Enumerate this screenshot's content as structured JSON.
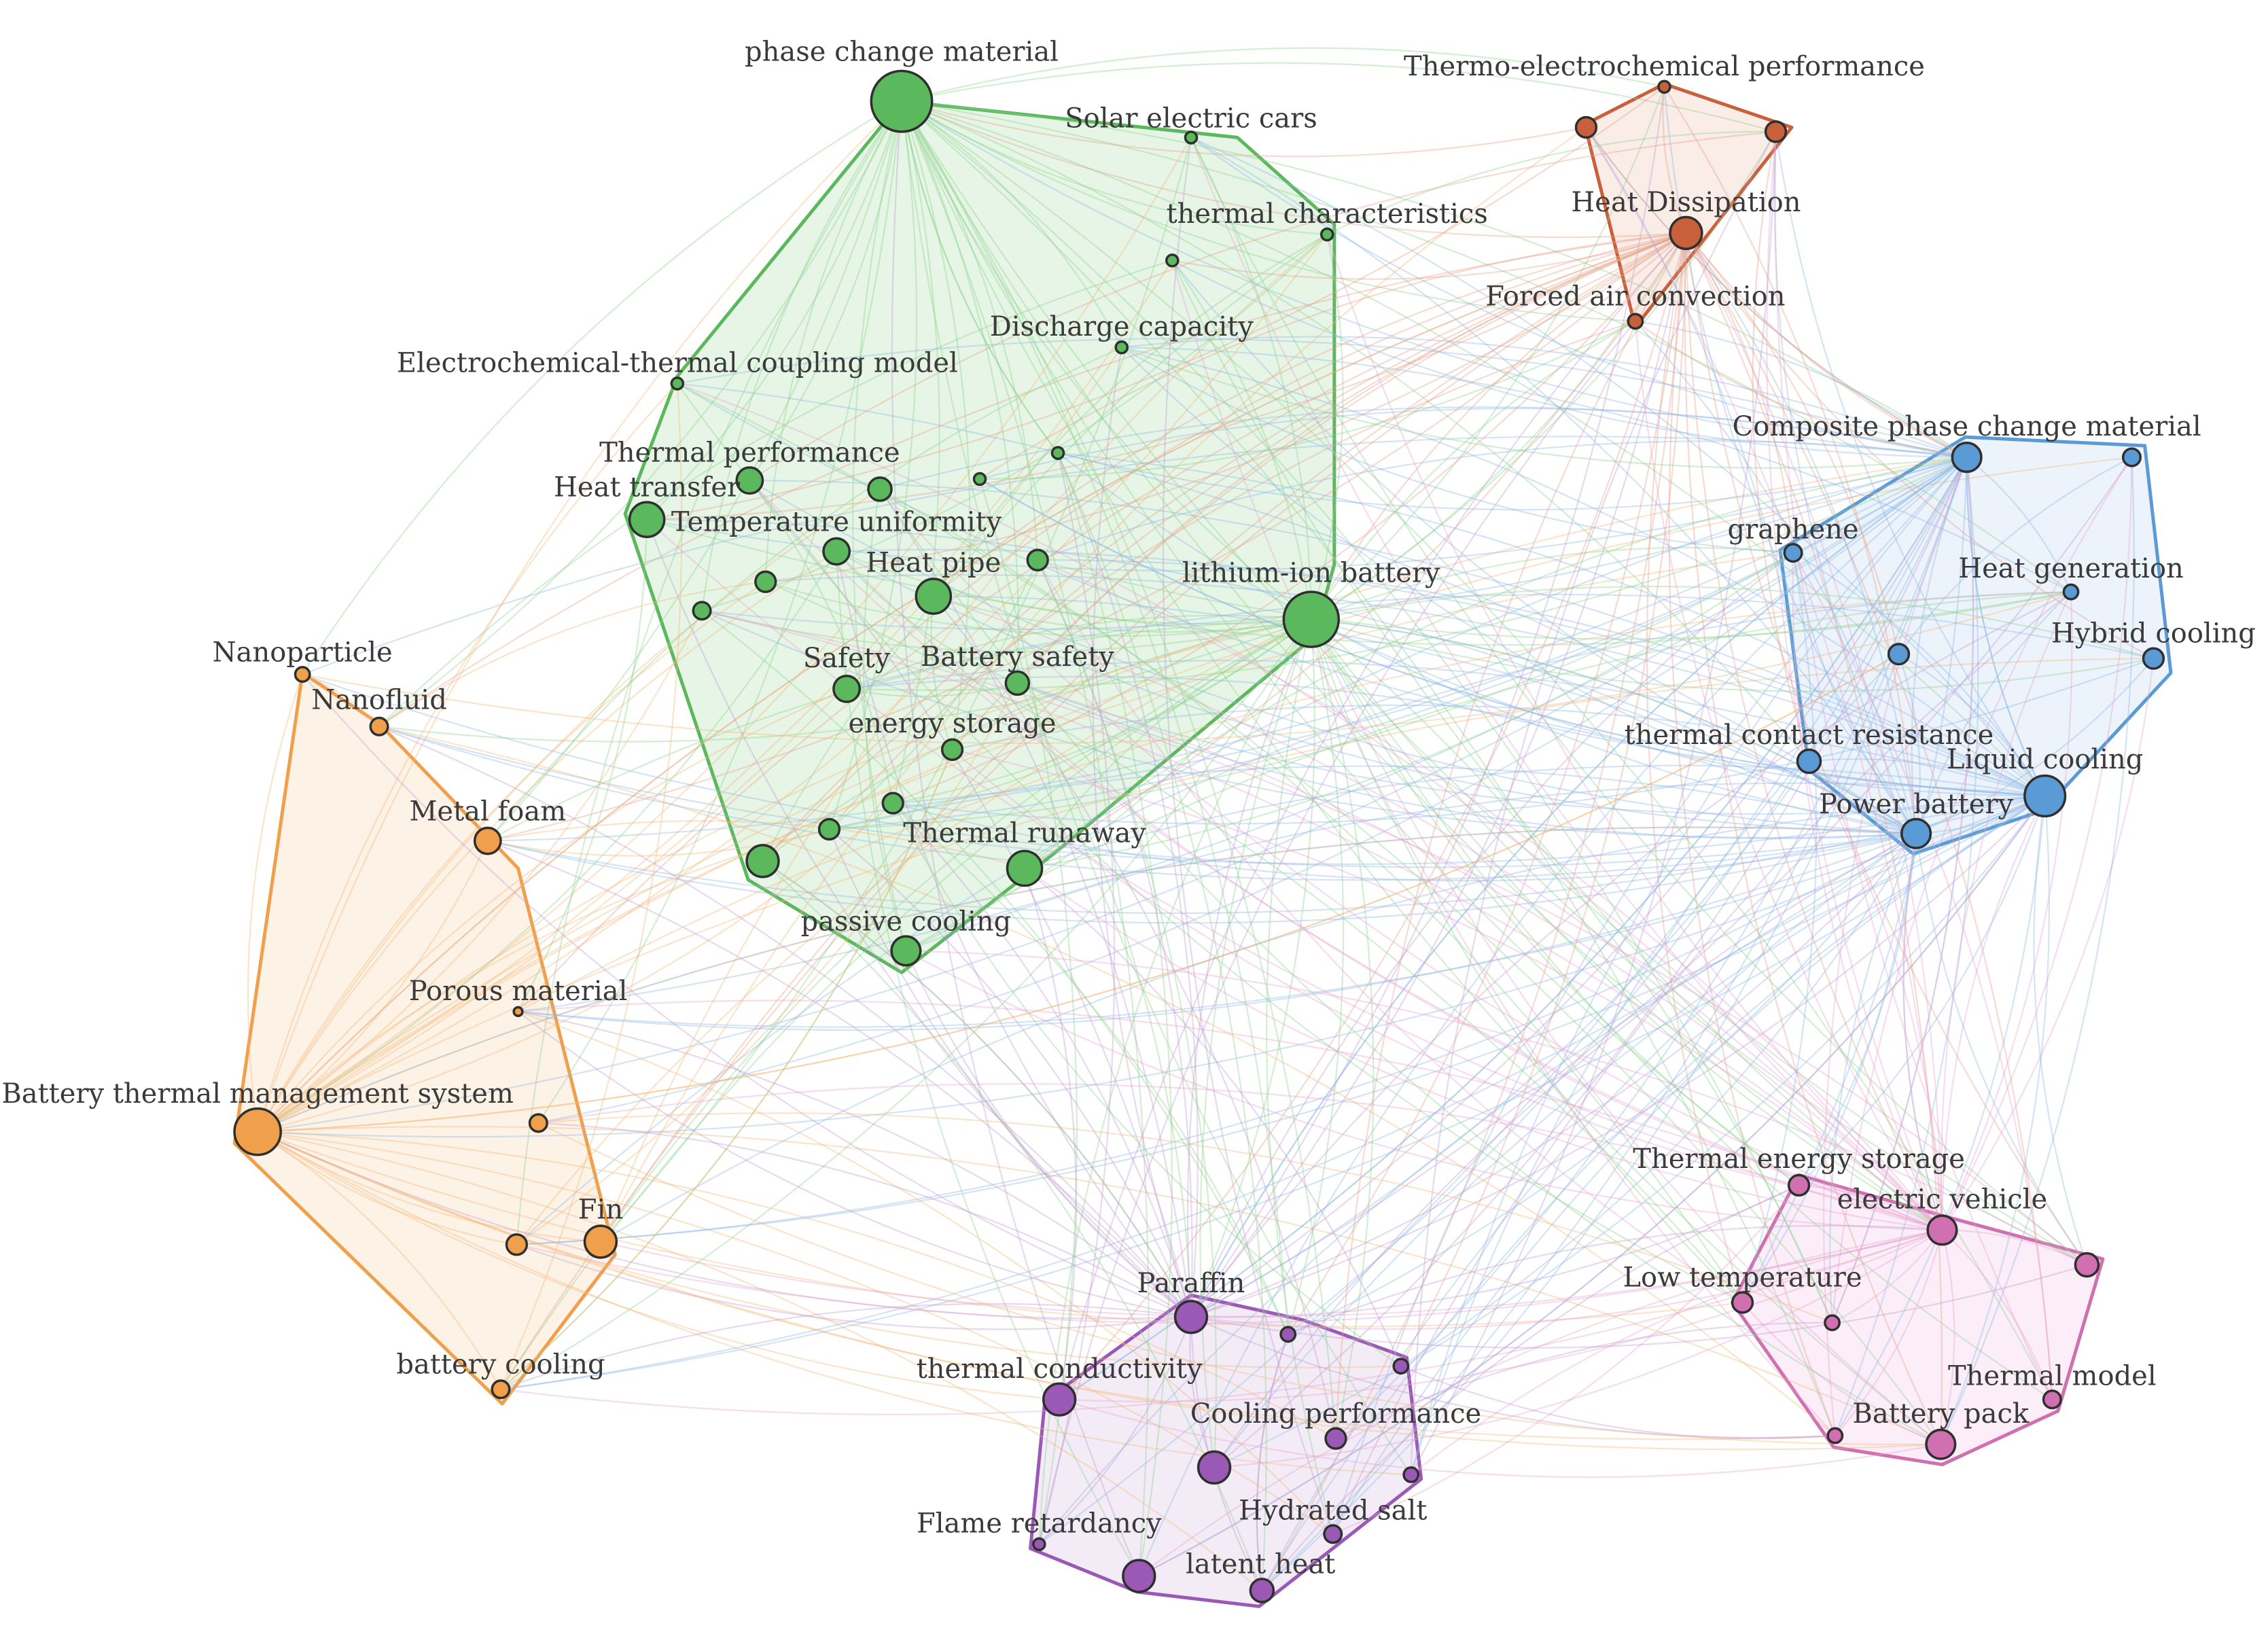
{
  "clusters": [
    {
      "id": "green",
      "color": "#5cb85c",
      "fill": "#8fd18f",
      "edge": "#8fd18f"
    },
    {
      "id": "orange",
      "color": "#f0a04b",
      "fill": "#f6c28b",
      "edge": "#f4b77a"
    },
    {
      "id": "red",
      "color": "#c8603c",
      "fill": "#e6a88f",
      "edge": "#e6a088"
    },
    {
      "id": "blue",
      "color": "#5b9bd5",
      "fill": "#a9c9ec",
      "edge": "#8fb7e6"
    },
    {
      "id": "purple",
      "color": "#9b59b6",
      "fill": "#c9a8d8",
      "edge": "#bf9ad2"
    },
    {
      "id": "pink",
      "color": "#d070b0",
      "fill": "#eeb1dd",
      "edge": "#e7a3cf"
    }
  ],
  "labels": [
    {
      "id": "phase-change-material",
      "text": "phase change material",
      "cluster": "green"
    },
    {
      "id": "solar-electric-cars",
      "text": "Solar electric cars",
      "cluster": "green"
    },
    {
      "id": "thermal-characteristics",
      "text": "thermal characteristics",
      "cluster": "green"
    },
    {
      "id": "discharge-capacity",
      "text": "Discharge capacity",
      "cluster": "green"
    },
    {
      "id": "electrochemical-thermal-coupling-model",
      "text": "Electrochemical-thermal coupling model",
      "cluster": "green"
    },
    {
      "id": "thermal-performance",
      "text": "Thermal performance",
      "cluster": "green"
    },
    {
      "id": "heat-transfer",
      "text": "Heat transfer",
      "cluster": "green"
    },
    {
      "id": "temperature-uniformity",
      "text": "Temperature uniformity",
      "cluster": "green"
    },
    {
      "id": "heat-pipe",
      "text": "Heat pipe",
      "cluster": "green"
    },
    {
      "id": "lithium-ion-battery",
      "text": "lithium-ion battery",
      "cluster": "green"
    },
    {
      "id": "safety",
      "text": "Safety",
      "cluster": "green"
    },
    {
      "id": "battery-safety",
      "text": "Battery safety",
      "cluster": "green"
    },
    {
      "id": "energy-storage",
      "text": "energy storage",
      "cluster": "green"
    },
    {
      "id": "thermal-runaway",
      "text": "Thermal runaway",
      "cluster": "green"
    },
    {
      "id": "passive-cooling",
      "text": "passive cooling",
      "cluster": "green"
    },
    {
      "id": "nanoparticle",
      "text": "Nanoparticle",
      "cluster": "orange"
    },
    {
      "id": "nanofluid",
      "text": "Nanofluid",
      "cluster": "orange"
    },
    {
      "id": "metal-foam",
      "text": "Metal foam",
      "cluster": "orange"
    },
    {
      "id": "porous-material",
      "text": "Porous material",
      "cluster": "orange"
    },
    {
      "id": "btms",
      "text": "Battery thermal management system",
      "cluster": "orange"
    },
    {
      "id": "fin",
      "text": "Fin",
      "cluster": "orange"
    },
    {
      "id": "battery-cooling",
      "text": "battery cooling",
      "cluster": "orange"
    },
    {
      "id": "thermo-electrochemical-performance",
      "text": "Thermo-electrochemical performance",
      "cluster": "red"
    },
    {
      "id": "heat-dissipation",
      "text": "Heat Dissipation",
      "cluster": "red"
    },
    {
      "id": "forced-air-convection",
      "text": "Forced air convection",
      "cluster": "red"
    },
    {
      "id": "composite-pcm",
      "text": "Composite phase change material",
      "cluster": "blue"
    },
    {
      "id": "graphene",
      "text": "graphene",
      "cluster": "blue"
    },
    {
      "id": "heat-generation",
      "text": "Heat generation",
      "cluster": "blue"
    },
    {
      "id": "hybrid-cooling",
      "text": "Hybrid cooling",
      "cluster": "blue"
    },
    {
      "id": "thermal-contact-resistance",
      "text": "thermal contact resistance",
      "cluster": "blue"
    },
    {
      "id": "liquid-cooling",
      "text": "Liquid cooling",
      "cluster": "blue"
    },
    {
      "id": "power-battery",
      "text": "Power battery",
      "cluster": "blue"
    },
    {
      "id": "paraffin",
      "text": "Paraffin",
      "cluster": "purple"
    },
    {
      "id": "thermal-conductivity",
      "text": "thermal conductivity",
      "cluster": "purple"
    },
    {
      "id": "cooling-performance",
      "text": "Cooling performance",
      "cluster": "purple"
    },
    {
      "id": "flame-retardancy",
      "text": "Flame retardancy",
      "cluster": "purple"
    },
    {
      "id": "hydrated-salt",
      "text": "Hydrated salt",
      "cluster": "purple"
    },
    {
      "id": "latent-heat",
      "text": "latent heat",
      "cluster": "purple"
    },
    {
      "id": "thermal-energy-storage",
      "text": "Thermal energy storage",
      "cluster": "pink"
    },
    {
      "id": "electric-vehicle",
      "text": "electric vehicle",
      "cluster": "pink"
    },
    {
      "id": "low-temperature",
      "text": "Low temperature",
      "cluster": "pink"
    },
    {
      "id": "thermal-model",
      "text": "Thermal model",
      "cluster": "pink"
    },
    {
      "id": "battery-pack",
      "text": "Battery pack",
      "cluster": "pink"
    }
  ]
}
